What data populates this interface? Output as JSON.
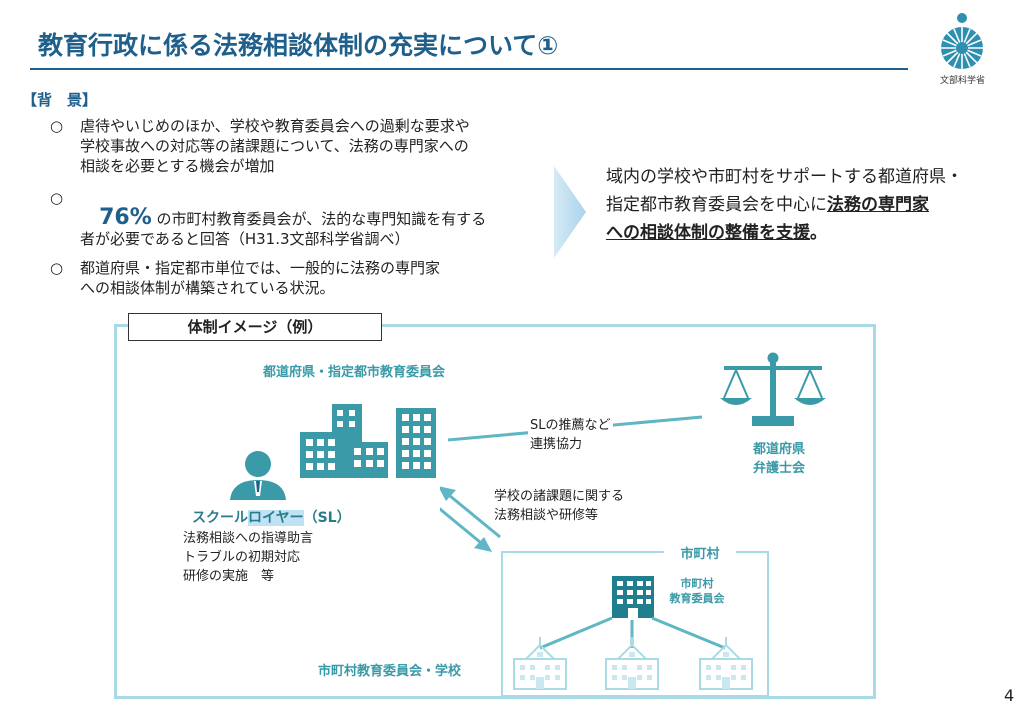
{
  "title": "教育行政に係る法務相談体制の充実について①",
  "logo": {
    "label": "文部科学省",
    "icon": "mext-logo-icon",
    "color": "#2f8fb0"
  },
  "background": {
    "label": "【背　景】",
    "bullet_mark": "○",
    "items": [
      {
        "text": "虐待やいじめのほか、学校や教育委員会への過剰な要求や\n学校事故への対応等の諸課題について、法務の専門家への\n相談を必要とする機会が増加"
      },
      {
        "highlight": "76%",
        "text": " の市町村教育委員会が、法的な専門知識を有する\n者が必要であると回答（H31.3文部科学省調べ）"
      },
      {
        "text": "都道府県・指定都市単位では、一般的に法務の専門家\nへの相談体制が構築されている状況。"
      }
    ]
  },
  "callout": {
    "line1": "域内の学校や市町村をサポートする都道府県・",
    "line2a": "指定都市教育委員会を中心に",
    "line2b": "法務の専門家",
    "line3": "への相談体制の整備を支援",
    "line3end": "。"
  },
  "diagram": {
    "image_label": "体制イメージ（例）",
    "pref_board": "都道府県・指定都市教育委員会",
    "sl_title_a": "スクール",
    "sl_title_b": "ロイヤー",
    "sl_title_c": "（SL）",
    "sl_duties": [
      "法務相談への指導助言",
      "トラブルの初期対応",
      "研修の実施　等"
    ],
    "arrow_top": [
      "SLの推薦など",
      "連携協力"
    ],
    "bar_name": [
      "都道府県",
      "弁護士会"
    ],
    "arrow_mid": [
      "学校の諸課題に関する",
      "法務相談や研修等"
    ],
    "muni": "市町村",
    "muni_board": [
      "市町村",
      "教育委員会"
    ],
    "bottom_label": "市町村教育委員会・学校",
    "colors": {
      "teal": "#3a9aa8",
      "frame": "#a9dbe6",
      "navy": "#1f5f8b"
    }
  },
  "page_number": "4"
}
